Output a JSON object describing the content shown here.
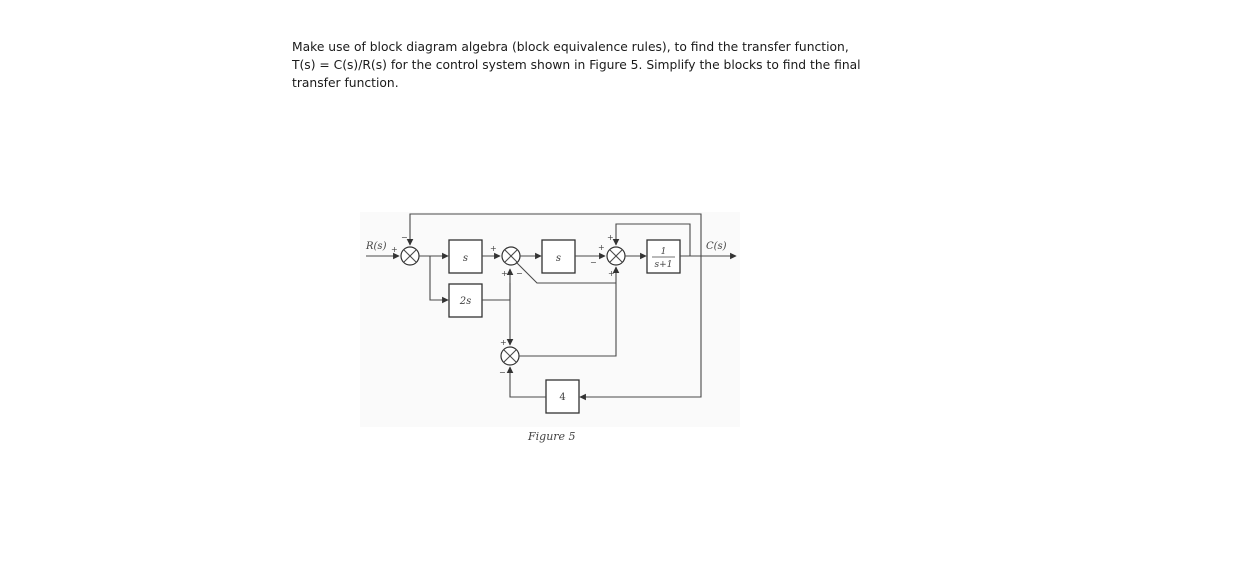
{
  "question": {
    "line1": "Make use of block diagram algebra (block equivalence rules), to find the transfer function,",
    "line2": "T(s) = C(s)/R(s) for the control system shown in Figure 5. Simplify the blocks to find the final",
    "line3": "transfer function."
  },
  "diagram": {
    "input_label": "R(s)",
    "output_label": "C(s)",
    "block_s1": "s",
    "block_2s": "2s",
    "block_s2": "s",
    "block_tf_num": "1",
    "block_tf_den": "s+1",
    "block_4": "4",
    "caption": "Figure 5",
    "signs": {
      "sj1_left": "+",
      "sj1_top": "−",
      "sj2_left": "+",
      "sj2_bottom": "+",
      "sj2_bottom_minus": "−",
      "sj3_left": "+",
      "sj3_top": "+",
      "sj3_bottom": "+",
      "sj3_left_minus": "−",
      "sj4_top": "+",
      "sj4_bottom": "−"
    }
  }
}
